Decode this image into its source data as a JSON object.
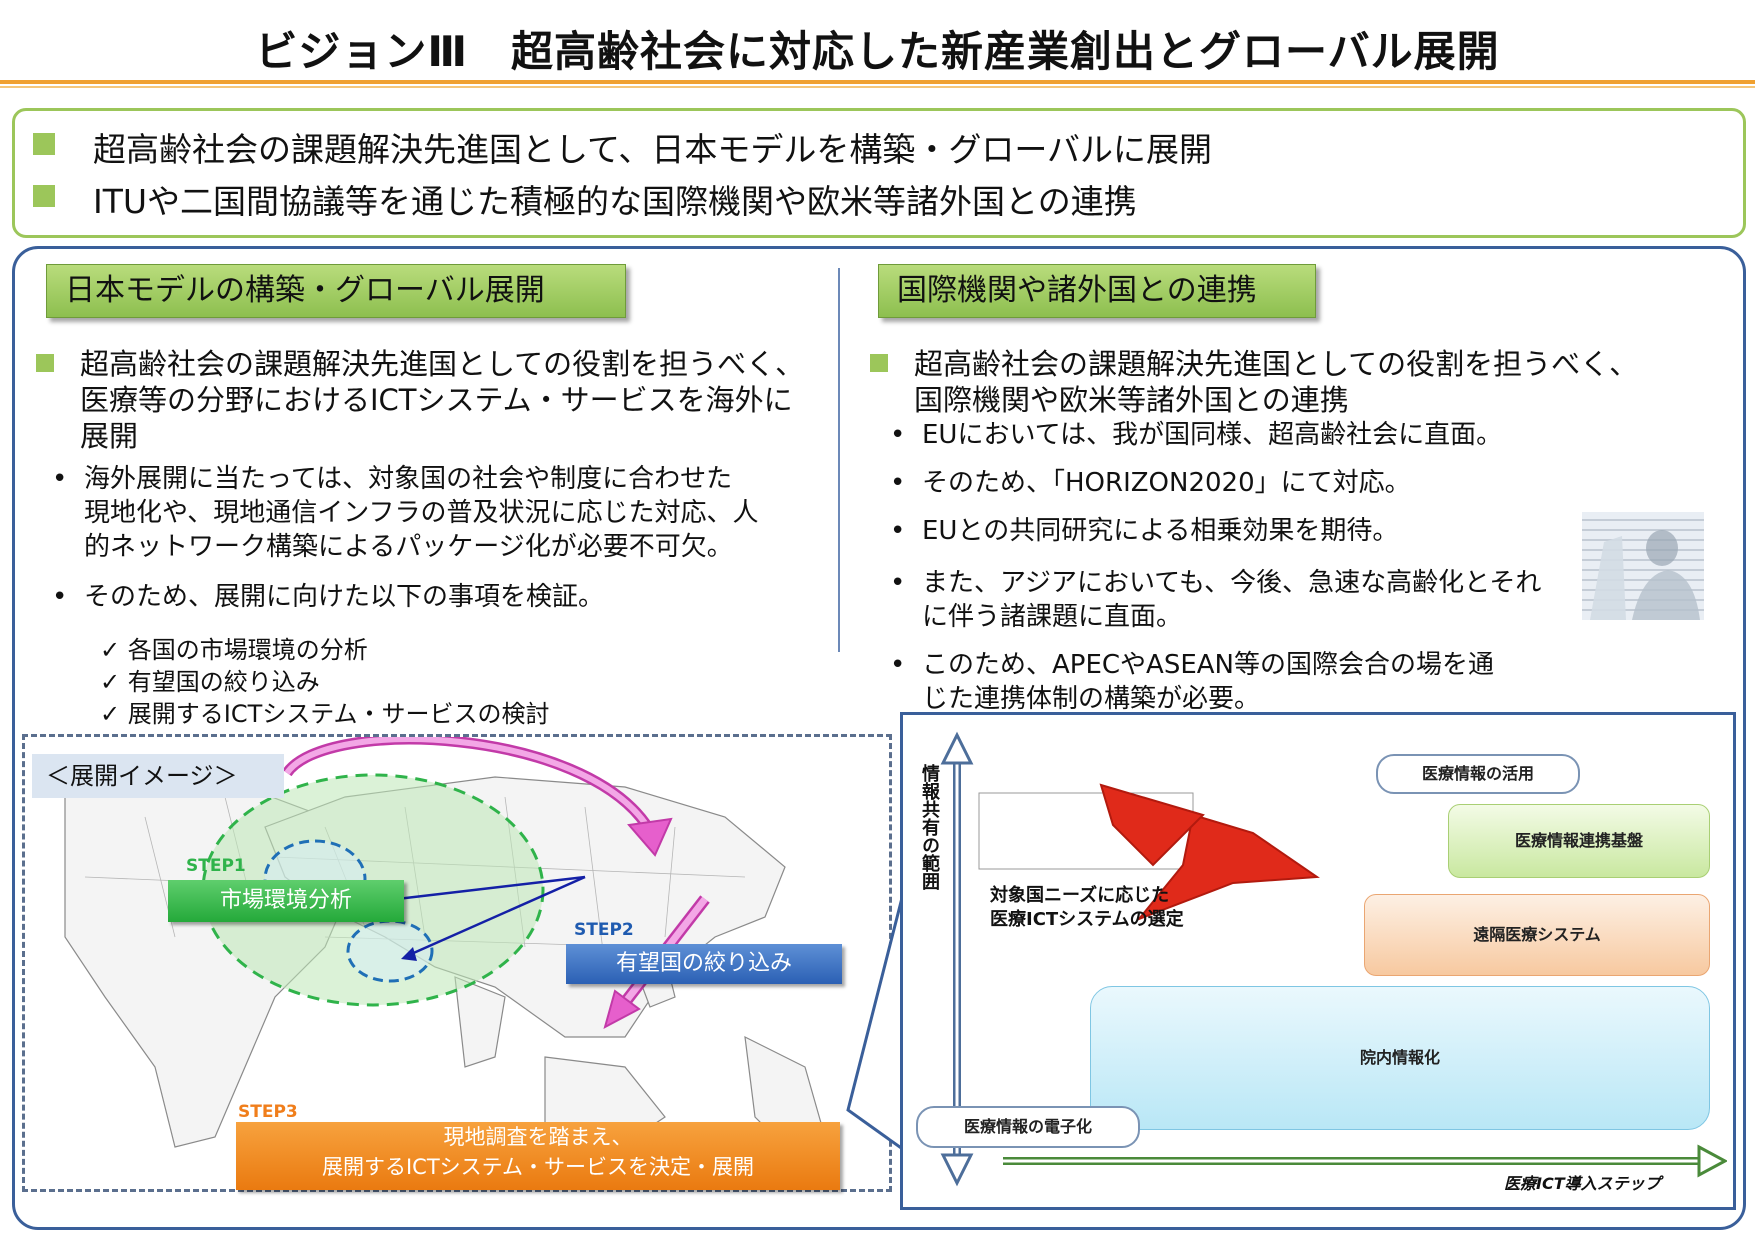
{
  "title": "ビジョンⅢ　超高齢社会に対応した新産業創出とグローバル展開",
  "summary": [
    "超高齢社会の課題解決先進国として、日本モデルを構築・グローバルに展開",
    "ITUや二国間協議等を通じた積極的な国際機関や欧米等諸外国との連携"
  ],
  "left": {
    "header": "日本モデルの構築・グローバル展開",
    "main_bullet": [
      "超高齢社会の課題解決先進国としての役割を担うべく、",
      "医療等の分野におけるICTシステム・サービスを海外に",
      "展開"
    ],
    "sub_bullets": [
      [
        "海外展開に当たっては、対象国の社会や制度に合わせた",
        "現地化や、現地通信インフラの普及状況に応じた対応、人",
        "的ネットワーク構築によるパッケージ化が必要不可欠。"
      ],
      [
        "そのため、展開に向けた以下の事項を検証。"
      ]
    ],
    "checks": [
      "✓ 各国の市場環境の分析",
      "✓ 有望国の絞り込み",
      "✓ 展開するICTシステム・サービスの検討"
    ]
  },
  "right": {
    "header": "国際機関や諸外国との連携",
    "main_bullet": [
      "超高齢社会の課題解決先進国としての役割を担うべく、",
      "国際機関や欧米等諸外国との連携"
    ],
    "sub_bullets": [
      [
        "EUにおいては、我が国同様、超高齢社会に直面。"
      ],
      [
        "そのため、「HORIZON2020」にて対応。"
      ],
      [
        "EUとの共同研究による相乗効果を期待。"
      ],
      [
        "また、アジアにおいても、今後、急速な高齢化とそれ",
        "に伴う諸課題に直面。"
      ],
      [
        "このため、APECやASEAN等の国際会合の場を通",
        "じた連携体制の構築が必要。"
      ]
    ]
  },
  "image_section": {
    "label": "＜展開イメージ＞",
    "step1_label": "STEP1",
    "step1_box": "市場環境分析",
    "step2_label": "STEP2",
    "step2_box": "有望国の絞り込み",
    "step3_label": "STEP3",
    "step3_box": [
      "現地調査を踏まえ、",
      "展開するICTシステム・サービスを決定・展開"
    ]
  },
  "ict_panel": {
    "y_axis_label": "情報共有の範囲",
    "x_axis_label": "医療ICT導入ステップ",
    "arrow_text": [
      "対象国ニーズに応じた",
      "医療ICTシステムの選定"
    ],
    "boxes": {
      "utilization": "医療情報の活用",
      "platform": "医療情報連携基盤",
      "remote": "遠隔医療システム",
      "hospital": "院内情報化",
      "digitize": "医療情報の電子化"
    }
  },
  "colors": {
    "accent_green": "#9cc65a",
    "frame_blue": "#3a5f9a",
    "title_rule": "#f0a030"
  }
}
